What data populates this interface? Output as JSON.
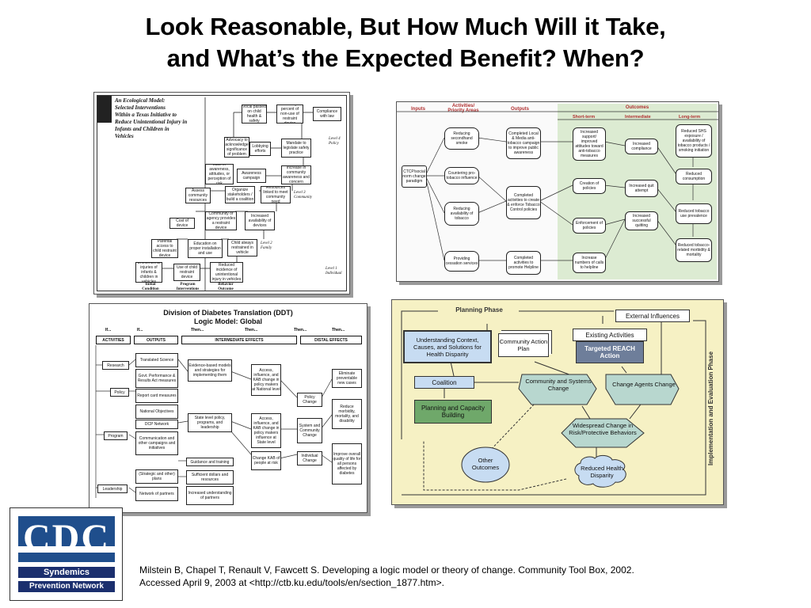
{
  "slide": {
    "title_line1": "Look Reasonable, But How Much Will it Take,",
    "title_line2": "and What’s the Expected Benefit?  When?",
    "citation_line1": "Milstein B, Chapel T, Renault V, Fawcett S. Developing a logic model or theory of change. Community Tool Box, 2002.",
    "citation_line2": "Accessed April 9, 2003 at <http://ctb.ku.edu/tools/en/section_1877.htm>."
  },
  "cdc_logo": {
    "letters": "CDC",
    "line1": "Syndemics",
    "line2": "Prevention Network",
    "colors": {
      "blue": "#1f4e8c",
      "navy": "#1b2f6e"
    }
  },
  "ecological": {
    "heading": [
      "An Ecological Model:",
      "Selected Interventions",
      "Within a Texas Initiative to",
      "Reduce Unintentional Injury in",
      "Infants and Children in",
      "Vehicles"
    ],
    "boxes": [
      "Vocal passed on child health & safety",
      "Century percent of non-use of restraint device",
      "Compliance with law",
      "Advocacy to acknowledge significance of problem",
      "Lobbying efforts",
      "Mandate to legislate safety practice",
      "Lack of awareness, attitudes, or perception of risk",
      "Awareness campaign",
      "Increase in community awareness and concern",
      "Assess community resources",
      "Organize stakeholders / build a coalition",
      "Resources linked to meet community need",
      "Cost of device",
      "Community or agency provides a restraint device",
      "Increased availability of devices",
      "Parental access to child restraint device",
      "Education on proper installation and use",
      "Child always restrained in vehicle",
      "Unintentional injuries of infants & children in vehicles",
      "Use of child restraint device",
      "Reduced incidence of unintentional injury in vehicles"
    ],
    "levels": [
      "Level 4 Policy",
      "Level 3 Community",
      "Level 2 Family",
      "Level 1 Individual"
    ],
    "bottom": [
      "Initial Condition",
      "Program Interventions",
      "Behavior Outcome"
    ]
  },
  "tobacco": {
    "headers": {
      "inputs": "Inputs",
      "activities": "Activities/ Priority Areas",
      "outputs": "Outputs",
      "outcomes": "Outcomes",
      "short": "Short-term",
      "intermediate": "Intermediate",
      "long": "Long-term"
    },
    "input": "CTCP/social norm change paradigm",
    "activities": [
      "Reducing secondhand smoke",
      "Countering pro-tobacco influence",
      "Reducing availability of tobacco",
      "Providing cessation services"
    ],
    "outputs": [
      "Completed Local & Media anti-tobacco campaign to improve public awareness",
      "Completed activities to create & enforce Tobacco Control policies",
      "Completed activities to promote Helpline"
    ],
    "short": [
      "Increased support/ improved attitudes toward anti-tobacco measures",
      "Creation of policies",
      "Enforcement of policies",
      "Increase numbers of calls to helpline"
    ],
    "intermediate": [
      "Increased compliance",
      "Increased quit attempt",
      "Increased successful quitting"
    ],
    "long": [
      "Reduced SHS exposure / availability of tobacco products / smoking initiation",
      "Reduced consumption",
      "Reduced tobacco use prevalence",
      "Reduced tobacco-related morbidity & mortality"
    ],
    "colors": {
      "header": "#b03030",
      "outcome_bg": "#dcebd2"
    }
  },
  "ddt": {
    "title1": "Division of Diabetes Translation (DDT)",
    "title2": "Logic Model: Global",
    "ifthen": [
      "If...",
      "If...",
      "Then...",
      "Then...",
      "Then...",
      "Then..."
    ],
    "bars": [
      "ACTIVITIES",
      "OUTPUTS",
      "INTERMEDIATE EFFECTS",
      "DISTAL EFFECTS"
    ],
    "activities": [
      "Research",
      "Policy",
      "Program",
      "Leadership"
    ],
    "outputs": [
      "Translated Science",
      "Govt. Performance & Results Act measures",
      "Report card measures",
      "National Objectives",
      "DCP Network",
      "Communication and other campaigns and initiatives",
      "(Strategic and other) plans",
      "Network of partners"
    ],
    "mid": [
      "Evidence-based models and strategies for implementing them",
      "State level policy, programs, and leadership",
      "Guidance and training",
      "Sufficient dollars and resources",
      "Increased understanding of partners"
    ],
    "mid2": [
      "Access, influence, and KAB change in policy makers at National level",
      "Access, influence, and KAB change in policy makers influence at State level",
      "Change KAB of people at risk"
    ],
    "mid3": [
      "Policy Change",
      "System and Community Change",
      "Individual Change"
    ],
    "distal": [
      "Eliminate preventable new cases",
      "Reduce morbidity, mortality, and disability",
      "Improve overall quality of life for all persons affected by diabetes"
    ]
  },
  "reach": {
    "planning": "Planning Phase",
    "external": "External Influences",
    "understanding": "Understanding Context, Causes, and Solutions for Health Disparity",
    "community_plan": "Community Action Plan",
    "existing": "Existing Activities",
    "targeted": "Targeted REACH Action",
    "coalition": "Coalition",
    "capacity": "Planning and Capacity Building",
    "systems": "Community and Systems Change",
    "agents": "Change Agents Change",
    "widespread": "Widespread Change in Risk/Protective Behaviors",
    "other": "Other Outcomes",
    "reduced": "Reduced Health Disparity",
    "phase": "Implementation and Evaluation Phase",
    "colors": {
      "bg": "#f6f1c4",
      "blue": "#c7dcf2",
      "green": "#6fa86a",
      "teal": "#b8d7cf"
    }
  }
}
